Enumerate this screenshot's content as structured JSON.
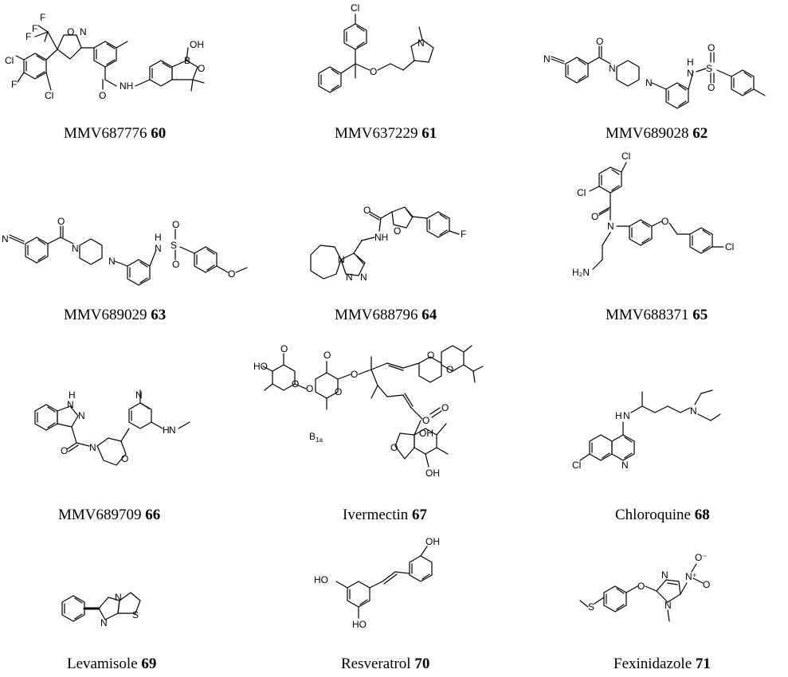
{
  "compounds": [
    {
      "code": "MMV687776",
      "number": "60"
    },
    {
      "code": "MMV637229",
      "number": "61"
    },
    {
      "code": "MMV689028",
      "number": "62"
    },
    {
      "code": "MMV689029",
      "number": "63"
    },
    {
      "code": "MMV688796",
      "number": "64"
    },
    {
      "code": "MMV688371",
      "number": "65"
    },
    {
      "code": "MMV689709",
      "number": "66"
    },
    {
      "code": "Ivermectin",
      "number": "67"
    },
    {
      "code": "Chloroquine",
      "number": "68"
    },
    {
      "code": "Levamisole",
      "number": "69"
    },
    {
      "code": "Resveratrol",
      "number": "70"
    },
    {
      "code": "Fexinidazole",
      "number": "71"
    }
  ],
  "atom_labels": {
    "cl": "Cl",
    "f": "F",
    "o": "O",
    "n": "N",
    "nh": "NH",
    "h": "H",
    "s": "S",
    "b": "B",
    "oh": "OH",
    "ho": "HO",
    "cn": "N",
    "h2n": "H₂N",
    "b1a": "B",
    "b1a_sub": "1a",
    "n_plus": "N⁺",
    "o_minus": "O⁻",
    "cf": "F"
  }
}
